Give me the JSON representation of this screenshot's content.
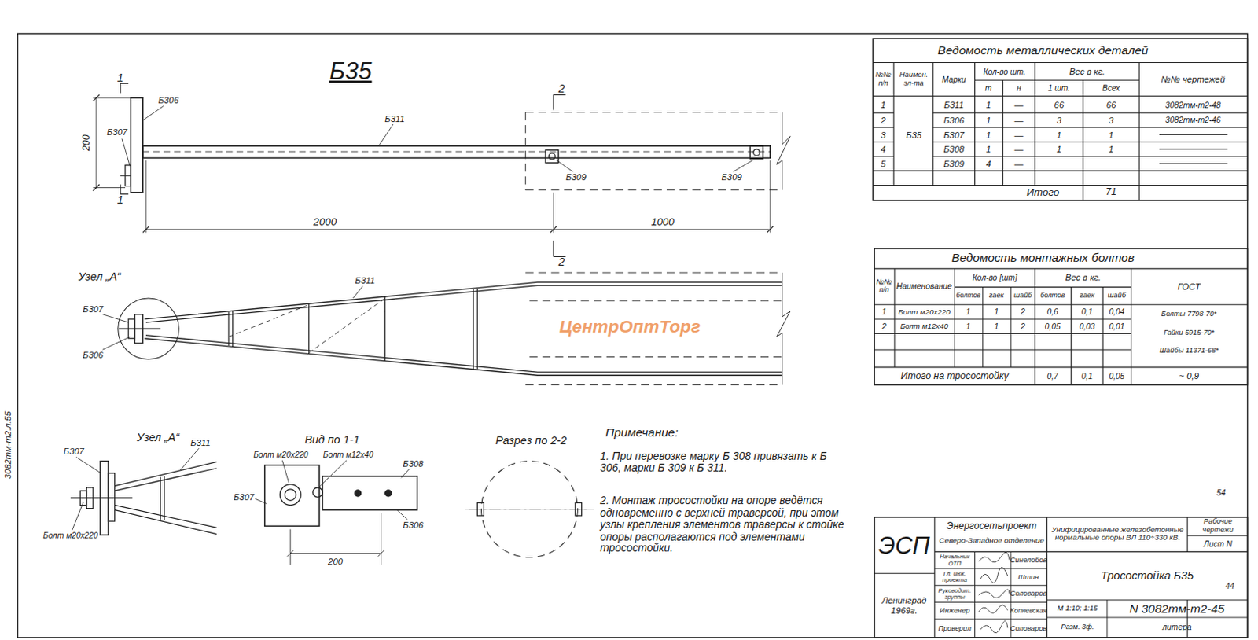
{
  "diagram": {
    "title": "Б35",
    "labels": [
      "1",
      "1",
      "2",
      "2",
      "200",
      "Б307",
      "Б306",
      "Б311",
      "Б309",
      "Б309",
      "2000",
      "1000",
      "Узел „А“",
      "Б307",
      "Б306",
      "Б311",
      "ЦентрОптТорг",
      "Узел „А“",
      "Б307",
      "Б311",
      "Болт м20х220",
      "Вид по 1-1",
      "Болт м20х220",
      "Болт м12х40",
      "Б308",
      "Б307",
      "Б306",
      "200",
      "Разрез по 2-2",
      "Примечание:",
      "1. При перевозке марку Б 308 привязать к Б 306, марки Б 309 к Б 311.",
      "2. Монтаж тросостойки на опоре ведётся одновременно с верхней траверсой, при этом узлы крепления элементов траверсы к стойке опоры располагаются под элементами тросостойки.",
      "3082тм-т2.л.55",
      "54",
      "44",
      "Ведомость металлических деталей",
      "№№ п/п",
      "Наимен. эл-та",
      "Марки",
      "Кол-во шт.",
      "т",
      "н",
      "Вес в кг.",
      "1 шт.",
      "Всех",
      "№№ чертежей",
      "1",
      "Б311",
      "1",
      "—",
      "66",
      "66",
      "3082тм-т2-48",
      "2",
      "Б306",
      "1",
      "—",
      "3",
      "3",
      "3082тм-т2-46",
      "3",
      "Б307",
      "1",
      "—",
      "1",
      "1",
      "4",
      "Б308",
      "1",
      "—",
      "1",
      "1",
      "5",
      "Б309",
      "4",
      "—",
      "Б35",
      "Итого",
      "71",
      "Ведомость монтажных болтов",
      "№№ п/п",
      "Наименование",
      "Кол-во [шт]",
      "болтов",
      "гаек",
      "шайб",
      "Вес в кг.",
      "болтов",
      "гаек",
      "шайб",
      "ГОСТ",
      "1",
      "Болт м20х220",
      "1",
      "1",
      "2",
      "0,6",
      "0,1",
      "0,04",
      "2",
      "Болт м12х40",
      "1",
      "1",
      "2",
      "0,05",
      "0,03",
      "0,01",
      "Болты 7798-70*",
      "Гайки 5915-70*",
      "Шайбы 11371-68*",
      "Итого на тросостойку",
      "0,7",
      "0,1",
      "0,05",
      "~ 0,9",
      "ЭСП",
      "Энергосетьпроект",
      "Северо-Западное отделение",
      "Унифицированные железобетонные нормальные опоры ВЛ 110÷330 кВ.",
      "Рабочие чертежи",
      "Лист N",
      "Начальник ОТП",
      "Синелобов",
      "Гл. инж. проекта",
      "Штин",
      "Руководит. группы",
      "Соловаров",
      "Инженер",
      "Копневская",
      "Проверил",
      "Соловаров",
      "Ленинград 1969г.",
      "Тросостойка Б35",
      "М 1:10; 1:15",
      "Разм. 3ф.",
      "N 3082тм-т2-45",
      "литера"
    ]
  }
}
